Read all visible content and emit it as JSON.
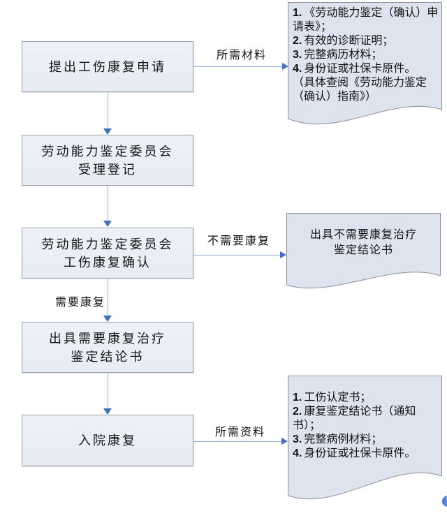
{
  "diagram": {
    "title_implicit": "工伤康复申请流程图",
    "boxes": [
      {
        "id": "apply",
        "line1": "提出工伤康复申请",
        "line2": ""
      },
      {
        "id": "registration",
        "line1": "劳动能力鉴定委员会",
        "line2": "受理登记"
      },
      {
        "id": "confirmation",
        "line1": "劳动能力鉴定委员会",
        "line2": "工伤康复确认"
      },
      {
        "id": "issue-need",
        "line1": "出具需要康复治疗",
        "line2": "鉴定结论书"
      },
      {
        "id": "admission",
        "line1": "入院康复",
        "line2": ""
      }
    ],
    "edge_labels": {
      "materials_needed": "所需材料",
      "no_rehab": "不需要康复",
      "need_rehab": "需要康复",
      "data_needed": "所需资料"
    },
    "doc_top_right": {
      "items": [
        {
          "num": "1.",
          "text": "《劳动能力鉴定（确认）申请表》；"
        },
        {
          "num": "2.",
          "text": "有效的诊断证明；"
        },
        {
          "num": "3.",
          "text": "完整病历材料；"
        },
        {
          "num": "4.",
          "text": "身份证或社保卡原件。"
        }
      ],
      "note": "（具体查阅《劳动能力鉴定（确认）指南》）"
    },
    "doc_no_rehab": {
      "line1": "出具不需要康复治疗",
      "line2": "鉴定结论书"
    },
    "doc_bottom_right": {
      "items": [
        {
          "num": "1.",
          "text": "工伤认定书；"
        },
        {
          "num": "2.",
          "text": "康复鉴定结论书（通知书）；"
        },
        {
          "num": "3.",
          "text": "完整病例材料；"
        },
        {
          "num": "4.",
          "text": "身份证或社保卡原件。"
        }
      ]
    },
    "colors": {
      "box_fill": "#e9eef5",
      "doc_fill": "#dde4f0",
      "box_border": "#9aa1ab",
      "doc_border": "#8b919c",
      "arrow_line": "#93b2dc",
      "arrow_head": "#4371b5"
    }
  }
}
